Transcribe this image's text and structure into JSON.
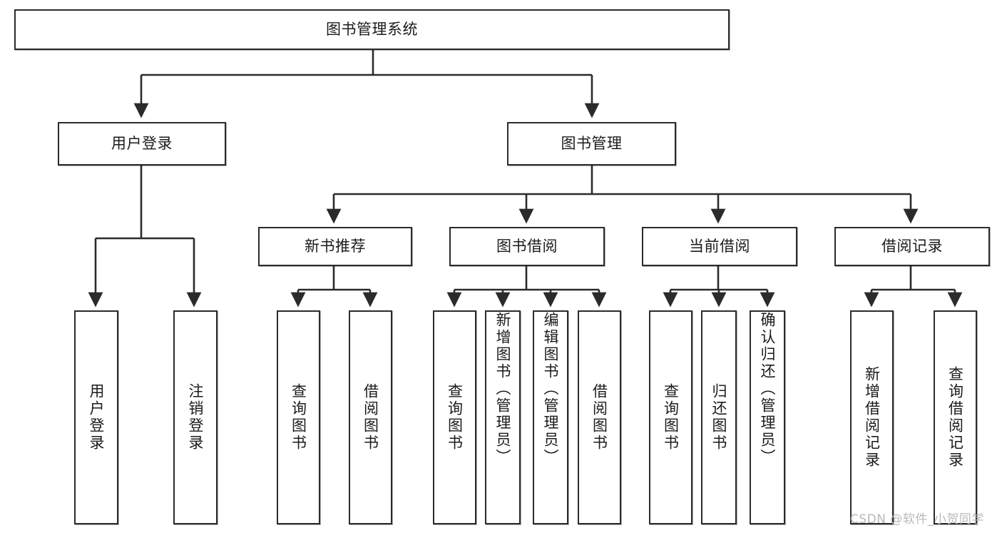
{
  "diagram": {
    "type": "tree-hierarchy-chart",
    "title_node": {
      "id": "root",
      "label": "图书管理系统"
    },
    "level2": [
      {
        "id": "login",
        "label": "用户登录"
      },
      {
        "id": "bookmgmt",
        "label": "图书管理"
      }
    ],
    "level3": [
      {
        "id": "newbook",
        "label": "新书推荐"
      },
      {
        "id": "borrow",
        "label": "图书借阅"
      },
      {
        "id": "current",
        "label": "当前借阅"
      },
      {
        "id": "records",
        "label": "借阅记录"
      }
    ],
    "leaves": {
      "login": [
        {
          "id": "leaf-user-login",
          "label": "用户登录"
        },
        {
          "id": "leaf-user-logout",
          "label": "注销登录"
        }
      ],
      "newbook": [
        {
          "id": "leaf-query-book-1",
          "label": "查询图书"
        },
        {
          "id": "leaf-borrow-book-1",
          "label": "借阅图书"
        }
      ],
      "borrow": [
        {
          "id": "leaf-query-book-2",
          "label": "查询图书"
        },
        {
          "id": "leaf-add-book",
          "label": "新增图书（管理员）"
        },
        {
          "id": "leaf-edit-book",
          "label": "编辑图书（管理员）"
        },
        {
          "id": "leaf-borrow-book-2",
          "label": "借阅图书"
        }
      ],
      "current": [
        {
          "id": "leaf-query-book-3",
          "label": "查询图书"
        },
        {
          "id": "leaf-return-book",
          "label": "归还图书"
        },
        {
          "id": "leaf-confirm-return",
          "label": "确认归还（管理员）"
        }
      ],
      "records": [
        {
          "id": "leaf-add-record",
          "label": "新增借阅记录"
        },
        {
          "id": "leaf-query-record",
          "label": "查询借阅记录"
        }
      ]
    },
    "watermark": "CSDN @软件_小贺同学",
    "colors": {
      "stroke": "#2b2b2b",
      "fill": "#ffffff",
      "text": "#1b1b1b",
      "watermark": "#b9b9b9"
    }
  }
}
